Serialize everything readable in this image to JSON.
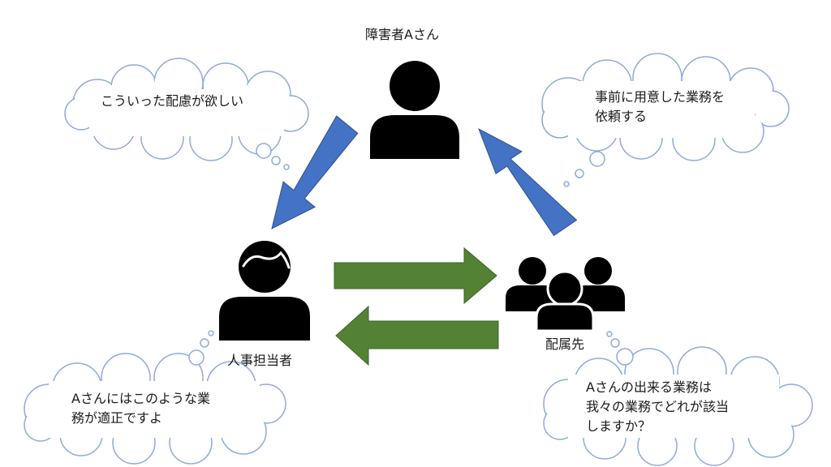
{
  "actors": {
    "disabled_person": "障害者Aさん",
    "hr": "人事担当者",
    "department": "配属先"
  },
  "thoughts": {
    "disabled_person": "こういった配慮が欲しい",
    "department_request": "事前に用意した業務を\n依頼する",
    "hr": "Aさんにはこのような業\n務が適正ですよ",
    "department_question": "Aさんの出来る業務は\n我々の業務でどれが該当\nしますか？"
  },
  "colors": {
    "blue_arrow": "#4472c4",
    "green_arrow": "#548235",
    "cloud_stroke": "#8faadc",
    "cloud_fill": "#ffffff",
    "figure": "#000000"
  },
  "icons": [
    "person-icon",
    "person-with-hair-icon",
    "group-icon"
  ]
}
